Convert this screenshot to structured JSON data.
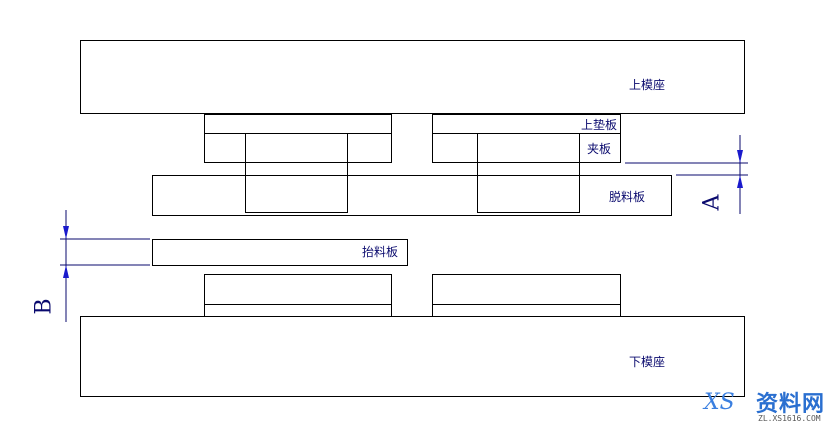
{
  "diagram": {
    "title": "",
    "labels": {
      "upper_die_base": "上模座",
      "upper_backing_plate": "上垫板",
      "clamp_plate": "夹板",
      "stripper_plate": "脱料板",
      "lifter_plate": "抬料板",
      "lower_die_base": "下模座"
    },
    "dimensions": {
      "a": "A",
      "b": "B"
    },
    "colors": {
      "outline": "#000000",
      "dimension": "#0a0a6e",
      "arrow": "#1a1acc"
    }
  },
  "watermark": {
    "brand": "资料网",
    "logo": "XS",
    "url": "ZL.XS1616.COM"
  }
}
